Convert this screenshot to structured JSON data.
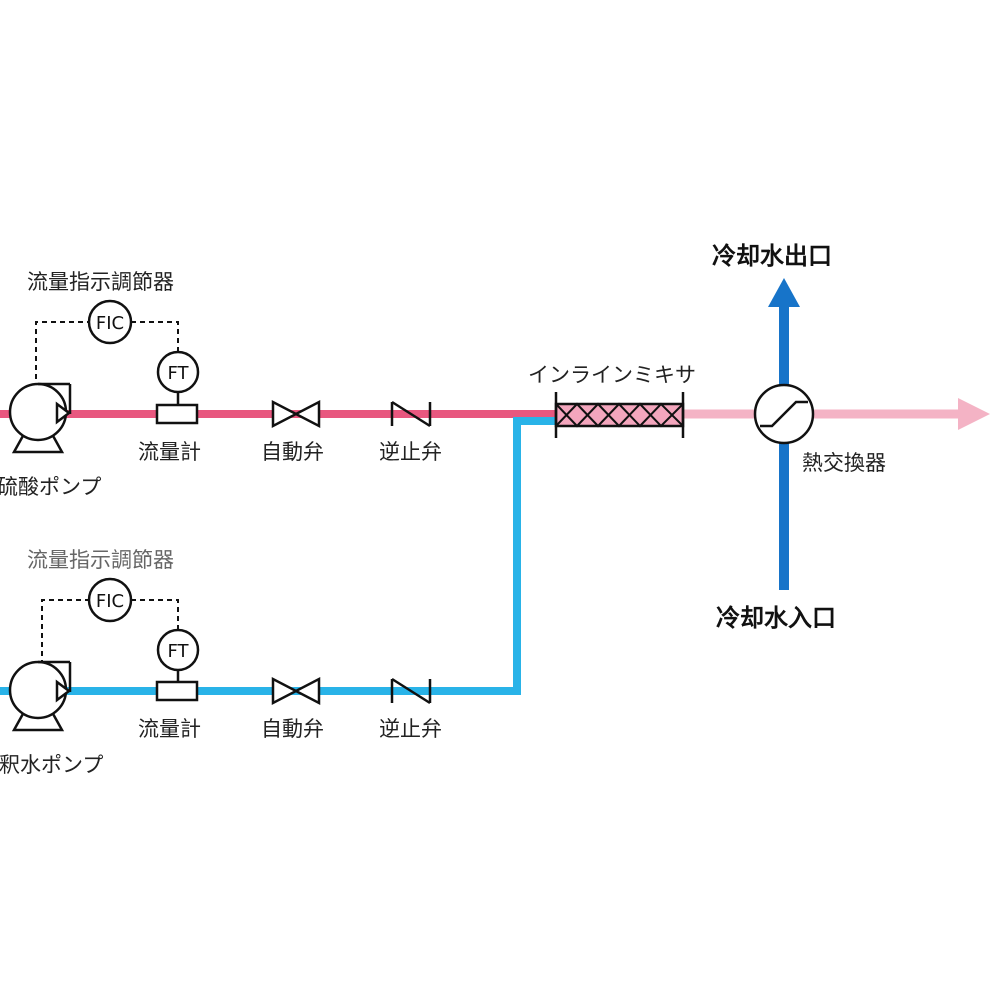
{
  "colors": {
    "acid_line": "#e8577f",
    "mixed_line": "#f4b3c5",
    "water_line": "#29b3e8",
    "cooling_line": "#1774c9"
  },
  "labels": {
    "top_controller": "流量指示調節器",
    "bottom_controller": "流量指示調節器",
    "fic": "FIC",
    "ft": "FT",
    "acid_pump": "硫酸ポンプ",
    "water_pump": "希釈水ポンプ",
    "flowmeter": "流量計",
    "auto_valve": "自動弁",
    "check_valve": "逆止弁",
    "inline_mixer": "インラインミキサ",
    "heat_exchanger": "熱交換器",
    "cooling_outlet": "冷却水出口",
    "cooling_inlet": "冷却水入口"
  }
}
